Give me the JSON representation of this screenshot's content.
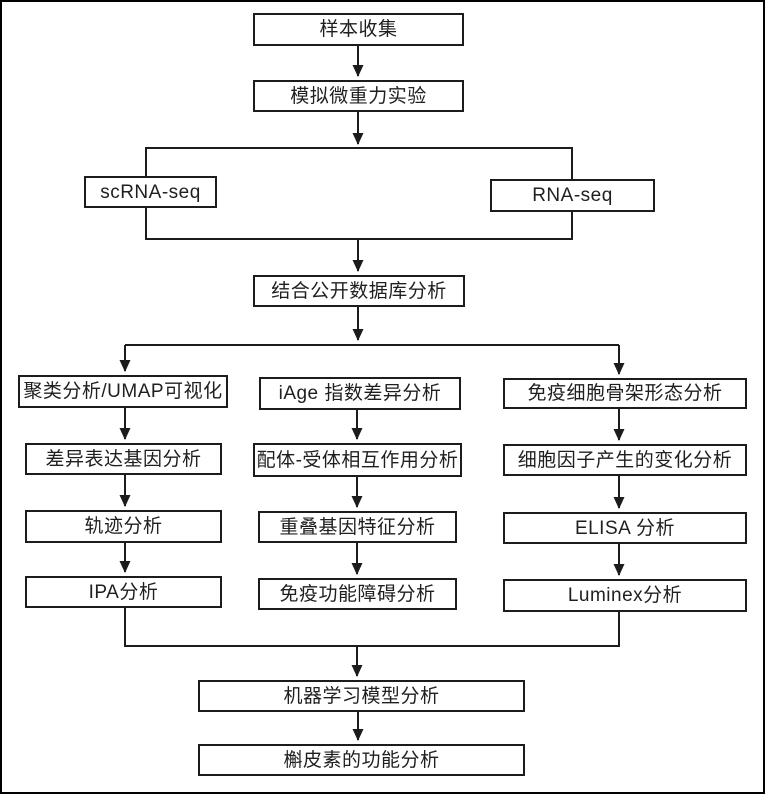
{
  "colors": {
    "line": "#1c1c1c",
    "text": "#1f1f1f",
    "background": "#ffffff",
    "outer_border": "#000000"
  },
  "nodes": {
    "sample_collection": {
      "label": "样本收集"
    },
    "microgravity_experiment": {
      "label": "模拟微重力实验"
    },
    "scrna_seq": {
      "label": "scRNA-seq"
    },
    "rna_seq": {
      "label": "RNA-seq"
    },
    "public_database_analysis": {
      "label": "结合公开数据库分析"
    },
    "clustering_umap": {
      "label": "聚类分析/UMAP可视化"
    },
    "iage_index_diff": {
      "label": "iAge 指数差异分析"
    },
    "immune_cytoskeleton_morphology": {
      "label": "免疫细胞骨架形态分析"
    },
    "differential_expression_genes": {
      "label": "差异表达基因分析"
    },
    "ligand_receptor_interaction": {
      "label": "配体-受体相互作用分析"
    },
    "cytokine_production_change": {
      "label": "细胞因子产生的变化分析"
    },
    "trajectory_analysis": {
      "label": "轨迹分析"
    },
    "overlapping_gene_signature": {
      "label": "重叠基因特征分析"
    },
    "elisa_analysis": {
      "label": "ELISA 分析"
    },
    "ipa_analysis": {
      "label": "IPA分析"
    },
    "immune_dysfunction": {
      "label": "免疫功能障碍分析"
    },
    "luminex_analysis": {
      "label": "Luminex分析"
    },
    "machine_learning_model": {
      "label": "机器学习模型分析"
    },
    "quercetin_function": {
      "label": "槲皮素的功能分析"
    }
  },
  "edges": [
    {
      "from": "sample_collection",
      "to": "microgravity_experiment"
    },
    {
      "from": "microgravity_experiment",
      "to": "sequencing_frame"
    },
    {
      "from": "sequencing_frame",
      "to": "public_database_analysis"
    },
    {
      "from": "public_database_analysis",
      "to": "clustering_umap"
    },
    {
      "from": "public_database_analysis",
      "to": "immune_cytoskeleton_morphology"
    },
    {
      "from": "clustering_umap",
      "to": "differential_expression_genes"
    },
    {
      "from": "differential_expression_genes",
      "to": "trajectory_analysis"
    },
    {
      "from": "trajectory_analysis",
      "to": "ipa_analysis"
    },
    {
      "from": "iage_index_diff",
      "to": "ligand_receptor_interaction"
    },
    {
      "from": "ligand_receptor_interaction",
      "to": "overlapping_gene_signature"
    },
    {
      "from": "overlapping_gene_signature",
      "to": "immune_dysfunction"
    },
    {
      "from": "immune_cytoskeleton_morphology",
      "to": "cytokine_production_change"
    },
    {
      "from": "cytokine_production_change",
      "to": "elisa_analysis"
    },
    {
      "from": "elisa_analysis",
      "to": "luminex_analysis"
    },
    {
      "from": "ipa_analysis",
      "to": "machine_learning_model"
    },
    {
      "from": "luminex_analysis",
      "to": "machine_learning_model"
    },
    {
      "from": "machine_learning_model",
      "to": "quercetin_function"
    }
  ]
}
